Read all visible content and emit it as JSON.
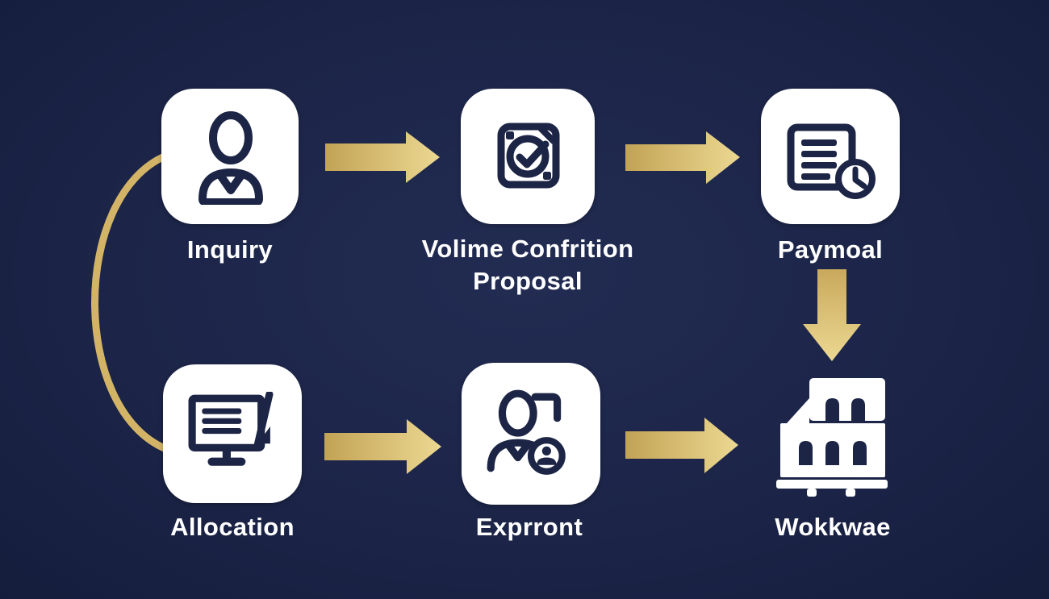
{
  "diagram": {
    "type": "process-flow",
    "colors": {
      "background_navy": "#1c2548",
      "node_background": "#ffffff",
      "icon_stroke_navy": "#1c2545",
      "arrow_gold_dark": "#c2a355",
      "arrow_gold_light": "#ecd892",
      "curve_gold": "#d3b467",
      "label_text": "#ffffff"
    },
    "steps": [
      {
        "label": "Inquiry",
        "icon": "person-icon"
      },
      {
        "label_line1": "Volime Confrition",
        "label_line2": "Proposal",
        "icon": "approved-document-icon"
      },
      {
        "label": "Paymoal",
        "icon": "invoice-clock-icon"
      },
      {
        "label": "Allocation",
        "icon": "presentation-board-icon"
      },
      {
        "label": "Exprront",
        "icon": "person-badge-icon"
      },
      {
        "label": "Wokkwae",
        "icon": "warehouse-building-icon"
      }
    ],
    "connectors": [
      {
        "from": "Inquiry",
        "to": "Volime Confrition Proposal",
        "type": "arrow-right"
      },
      {
        "from": "Volime Confrition Proposal",
        "to": "Paymoal",
        "type": "arrow-right"
      },
      {
        "from": "Paymoal",
        "to": "Wokkwae",
        "type": "arrow-down"
      },
      {
        "from": "Inquiry",
        "to": "Allocation",
        "type": "curve-left"
      },
      {
        "from": "Allocation",
        "to": "Exprront",
        "type": "arrow-right"
      },
      {
        "from": "Exprront",
        "to": "Wokkwae",
        "type": "arrow-right"
      }
    ]
  }
}
